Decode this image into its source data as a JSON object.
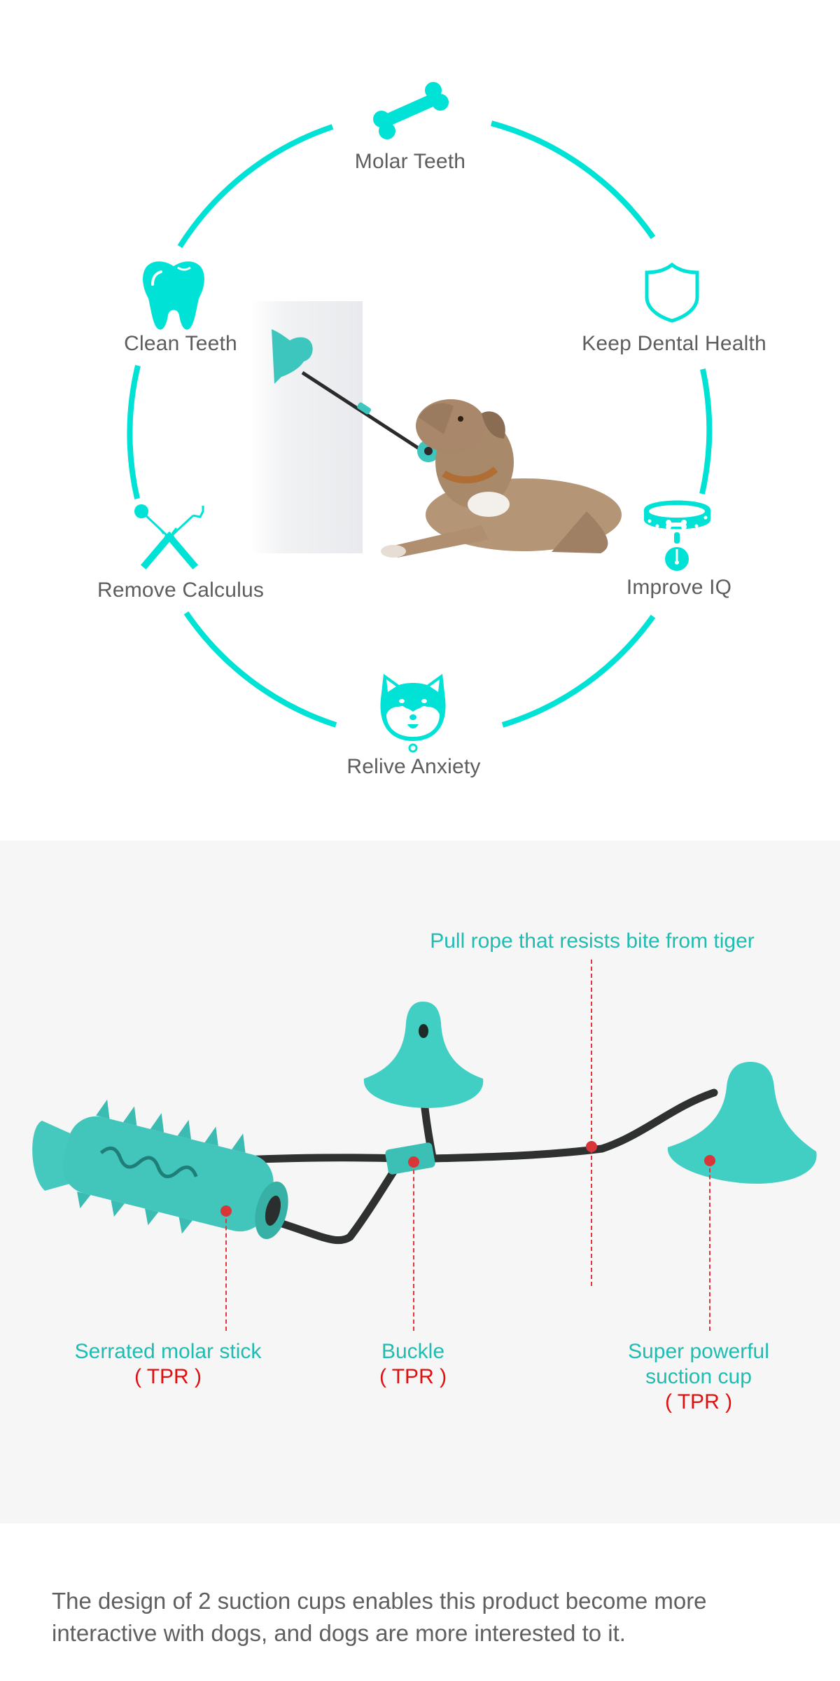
{
  "colors": {
    "accent_teal": "#00e2d6",
    "label_gray": "#5d5d5d",
    "part_label_teal": "#1fbcb2",
    "material_red": "#e01010",
    "callout_red": "#d9363a",
    "diagram_background": "#f6f6f6"
  },
  "features": {
    "items": [
      {
        "id": "molar-teeth",
        "label": "Molar Teeth",
        "icon": "bone-icon"
      },
      {
        "id": "keep-dental-health",
        "label": "Keep Dental Health",
        "icon": "shield-icon"
      },
      {
        "id": "improve-iq",
        "label": "Improve IQ",
        "icon": "dog-collar-icon"
      },
      {
        "id": "relive-anxiety",
        "label": "Relive Anxiety",
        "icon": "shiba-dog-face-icon"
      },
      {
        "id": "remove-calculus",
        "label": "Remove Calculus",
        "icon": "dental-tools-icon"
      },
      {
        "id": "clean-teeth",
        "label": "Clean Teeth",
        "icon": "tooth-icon"
      }
    ],
    "center_image": "dog-pulling-suction-cup-toy-photo"
  },
  "diagram": {
    "product_image": "suction-cup-rope-molar-stick-toy",
    "parts": [
      {
        "id": "pull-rope",
        "label": "Pull rope that resists bite from tiger",
        "material": ""
      },
      {
        "id": "molar-stick",
        "label": "Serrated molar stick",
        "material": "( TPR )"
      },
      {
        "id": "buckle",
        "label": "Buckle",
        "material": "( TPR )"
      },
      {
        "id": "suction-cup",
        "label_line1": "Super powerful",
        "label_line2": "suction cup",
        "material": "( TPR )"
      }
    ]
  },
  "description": {
    "text": "The design of 2 suction cups enables this product become more interactive with dogs, and dogs are more interested to it."
  }
}
